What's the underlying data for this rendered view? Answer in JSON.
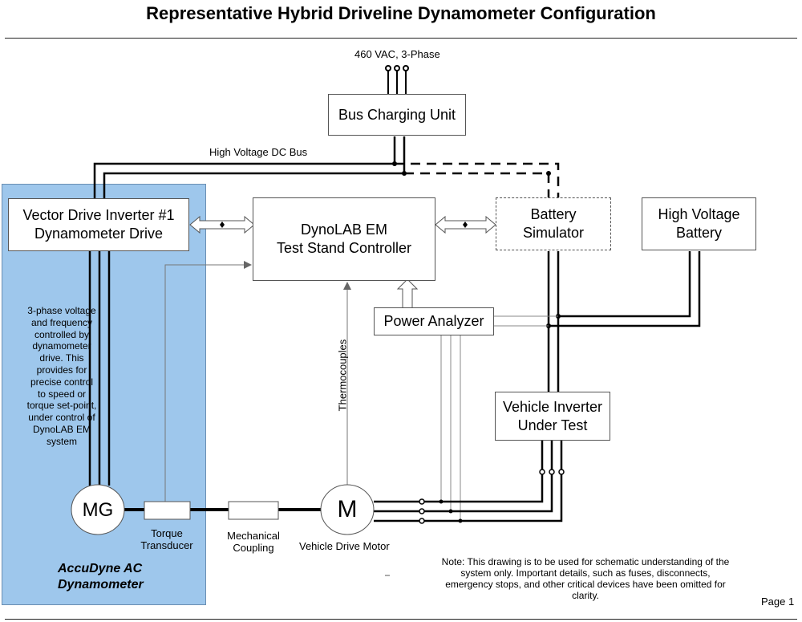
{
  "title": "Representative Hybrid Driveline Dynamometer Configuration",
  "supply_label": "460 VAC, 3-Phase",
  "boxes": {
    "bus_charging_unit": "Bus Charging Unit",
    "vector_drive_line1": "Vector Drive Inverter #1",
    "vector_drive_line2": "Dynamometer Drive",
    "controller_line1": "DynoLAB EM",
    "controller_line2": "Test Stand Controller",
    "battery_sim_line1": "Battery",
    "battery_sim_line2": "Simulator",
    "hv_battery_line1": "High Voltage",
    "hv_battery_line2": "Battery",
    "power_analyzer": "Power Analyzer",
    "vehicle_inverter_line1": "Vehicle Inverter",
    "vehicle_inverter_line2": "Under Test"
  },
  "labels": {
    "hv_dc_bus": "High Voltage DC Bus",
    "thermocouples": "Thermocouples",
    "torque_transducer_line1": "Torque",
    "torque_transducer_line2": "Transducer",
    "mech_coupling_line1": "Mechanical",
    "mech_coupling_line2": "Coupling",
    "vehicle_drive_motor": "Vehicle Drive Motor",
    "mg": "MG",
    "m": "M",
    "dyno_name_line1": "AccuDyne AC",
    "dyno_name_line2": "Dynamometer",
    "page": "Page 1"
  },
  "dyno_description": [
    "3-phase voltage",
    "and  frequency",
    "controlled by",
    "dynamometer",
    "drive. This",
    "provides for",
    "precise control",
    "to speed or",
    "torque set-point,",
    "under control of",
    "DynoLAB EM",
    "system"
  ],
  "note": [
    "Note: This drawing is to be used for schematic understanding of the",
    "system only. Important details, such as fuses, disconnects,",
    "emergency stops, and other critical devices have been omitted for",
    "clarity."
  ],
  "colors": {
    "dynamometer_region": "#9ec7ec"
  }
}
